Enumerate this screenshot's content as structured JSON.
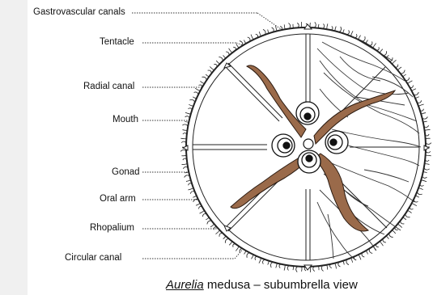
{
  "labels": {
    "gastrovascular_canals": "Gastrovascular canals",
    "tentacle": "Tentacle",
    "radial_canal": "Radial canal",
    "mouth": "Mouth",
    "gonad": "Gonad",
    "oral_arm": "Oral arm",
    "rhopalium": "Rhopalium",
    "circular_canal": "Circular canal"
  },
  "caption": {
    "genus": "Aurelia",
    "rest": " medusa – subumbrella view"
  },
  "colors": {
    "oral_arm_fill": "#9a6a4a",
    "outline": "#222222",
    "sidebar": "#f0f0f0"
  }
}
